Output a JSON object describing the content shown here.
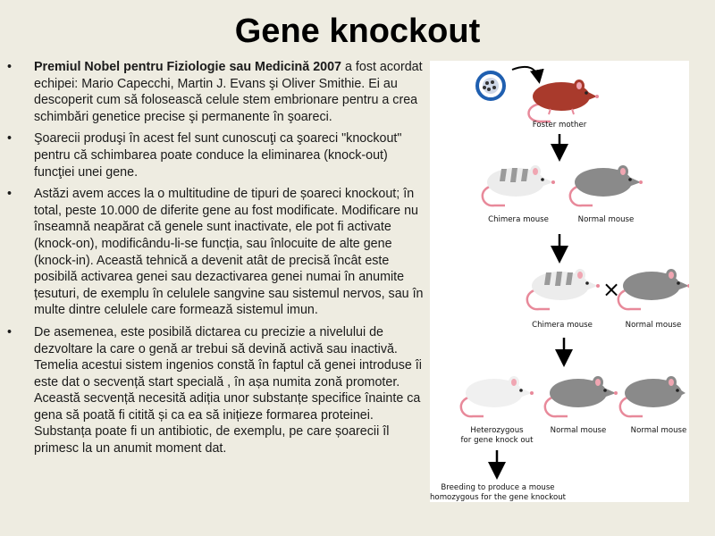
{
  "slide": {
    "title": "Gene knockout",
    "bullet_marker": "•",
    "bullets": [
      {
        "bold": "Premiul Nobel pentru Fiziologie sau Medicină 2007",
        "text": " a fost acordat echipei: Mario Capecchi, Martin J. Evans şi Oliver Smithie. Ei au descoperit cum să folosească celule stem embrionare pentru a crea schimbări genetice precise şi permanente în şoareci."
      },
      {
        "bold": "",
        "text": " Şoarecii produşi în acest fel sunt cunoscuţi ca şoareci \"knockout\" pentru că schimbarea poate conduce la eliminarea (knock-out) funcţiei unei gene."
      },
      {
        "bold": "",
        "text": "Astăzi avem acces la o multitudine de tipuri de șoareci knockout; în total, peste 10.000 de diferite gene au fost modificate. Modificare nu înseamnă neapărat că genele sunt inactivate, ele pot fi activate (knock-on), modificându-li-se funcția, sau înlocuite de alte gene (knock-in). Această tehnică a devenit atât de precisă încât este posibilă activarea genei sau dezactivarea genei numai în anumite țesuturi, de exemplu în celulele sangvine  sau sistemul nervos, sau în multe dintre celulele care formează sistemul imun."
      },
      {
        "bold": "",
        "text": "De asemenea, este posibilă dictarea  cu precizie a nivelului de dezvoltare  la care o genă ar trebui să devină activă sau inactivă. Temelia acestui sistem ingenios constă în faptul că  genei introduse îi este dat o secvență start specială , în așa numita zonă promoter. Această secvență necesită adiția unor substanțe specifice înainte ca gena să poată fi citită și ca ea să inițieze formarea proteinei. Substanța poate fi un antibiotic, de exemplu, pe care șoarecii îl primesc la un anumit moment dat."
      }
    ]
  },
  "figure": {
    "labels": {
      "foster_mother": "Foster mother",
      "chimera_1": "Chimera mouse",
      "normal_1": "Normal mouse",
      "chimera_2": "Chimera mouse",
      "normal_2": "Normal mouse",
      "heterozygous_line1": "Heterozygous",
      "heterozygous_line2": "for gene knock out",
      "normal_3": "Normal mouse",
      "normal_4": "Normal mouse",
      "breeding_line1": "Breeding to produce a mouse",
      "breeding_line2": "homozygous for the gene knockout"
    },
    "cross_symbol": "×",
    "colors": {
      "foster": "#a93a2c",
      "normal": "#8a8a8a",
      "chimera": "#ececec",
      "stripe": "#9a9a9a",
      "white_mouse": "#f0f0f0",
      "tail": "#e8899a",
      "ear_inner": "#f0a6b2",
      "embryo_ring": "#1f5fb0"
    }
  }
}
